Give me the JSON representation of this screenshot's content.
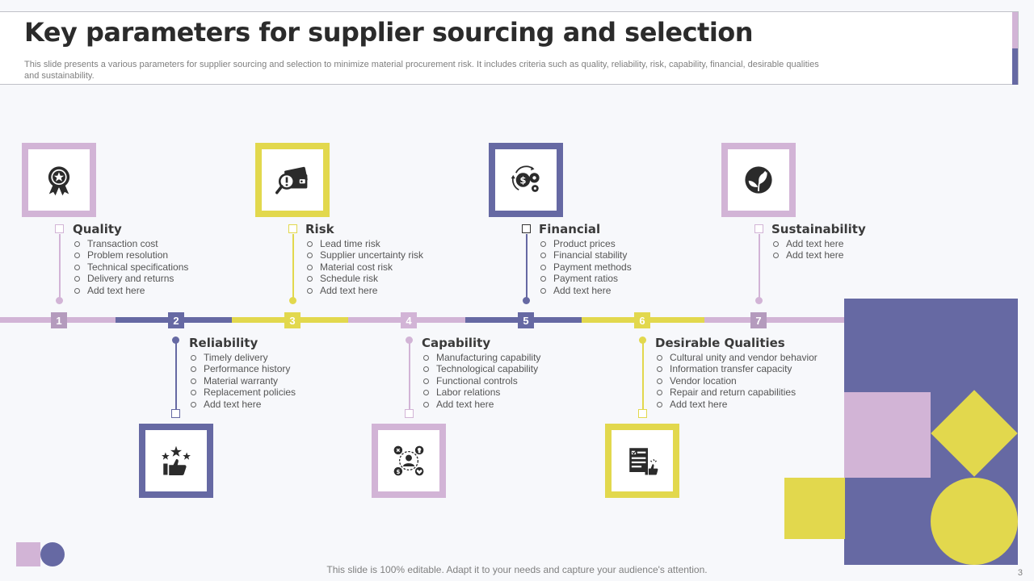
{
  "header": {
    "title": "Key parameters for supplier sourcing and selection",
    "subtitle": "This slide presents a various parameters for supplier sourcing and selection to minimize material procurement risk. It includes criteria such as quality, reliability, risk, capability, financial, desirable qualities and sustainability."
  },
  "colors": {
    "purple": "#6669a3",
    "lilac": "#d2b4d6",
    "yellow": "#e2d84d"
  },
  "steps": [
    {
      "number": "1",
      "heading": "Quality",
      "icon": "award-ribbon-icon",
      "items": [
        "Transaction cost",
        "Problem resolution",
        "Technical specifications",
        "Delivery and returns",
        "Add text here"
      ]
    },
    {
      "number": "2",
      "heading": "Reliability",
      "icon": "stars-thumbs-up-icon",
      "items": [
        "Timely delivery",
        "Performance history",
        "Material warranty",
        "Replacement policies",
        "Add text here"
      ]
    },
    {
      "number": "3",
      "heading": "Risk",
      "icon": "credit-card-search-icon",
      "items": [
        "Lead time risk",
        "Supplier uncertainty risk",
        "Material cost risk",
        "Schedule risk",
        "Add text here"
      ]
    },
    {
      "number": "4",
      "heading": "Capability",
      "icon": "person-network-icon",
      "items": [
        "Manufacturing capability",
        "Technological capability",
        "Functional controls",
        "Labor relations",
        "Add text here"
      ]
    },
    {
      "number": "5",
      "heading": "Financial",
      "icon": "money-gears-icon",
      "items": [
        "Product prices",
        "Financial stability",
        "Payment methods",
        "Payment ratios",
        "Add text here"
      ]
    },
    {
      "number": "6",
      "heading": "Desirable Qualities",
      "icon": "checklist-thumbs-up-icon",
      "items": [
        "Cultural unity and vendor behavior",
        "Information transfer capacity",
        "Vendor location",
        "Repair and return capabilities",
        "Add text here"
      ]
    },
    {
      "number": "7",
      "heading": "Sustainability",
      "icon": "leaf-globe-icon",
      "items": [
        "Add text here",
        "Add text here"
      ]
    }
  ],
  "footer": {
    "note": "This slide is 100% editable. Adapt it to your needs and capture your audience's attention.",
    "page_number": "3"
  }
}
